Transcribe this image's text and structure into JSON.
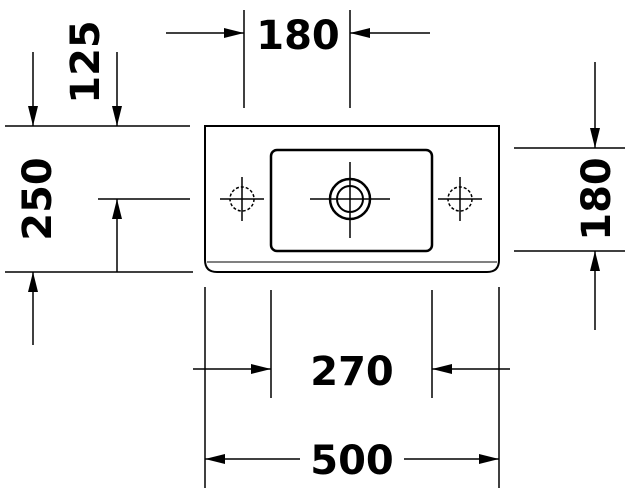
{
  "dimensions": {
    "top_width": "180",
    "left_offset": "125",
    "left_height": "250",
    "right_height": "180",
    "bowl_width": "270",
    "overall_width": "500"
  },
  "colors": {
    "line": "#000000",
    "background": "#ffffff"
  }
}
